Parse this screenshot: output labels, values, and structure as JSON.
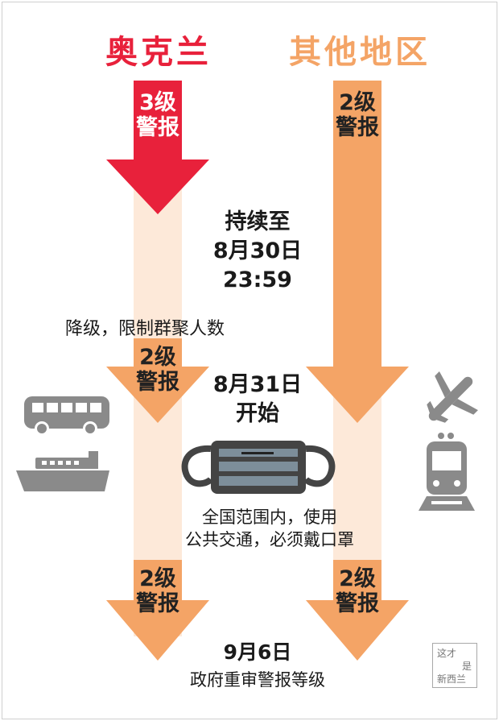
{
  "columns": {
    "left_title": "奥克兰",
    "right_title": "其他地区"
  },
  "alerts": {
    "left_initial": {
      "level": "3级",
      "word": "警报"
    },
    "right_initial": {
      "level": "2级",
      "word": "警报"
    },
    "left_mid": {
      "level": "2级",
      "word": "警报"
    },
    "left_final": {
      "level": "2级",
      "word": "警报"
    },
    "right_final": {
      "level": "2级",
      "word": "警报"
    }
  },
  "timeline": {
    "until_label": "持续至",
    "until_date": "8月30日",
    "until_time": "23:59",
    "downgrade_note": "降级，限制群聚人数",
    "start_date": "8月31日",
    "start_label": "开始",
    "mask_rule_line1": "全国范围内，使用",
    "mask_rule_line2": "公共交通，必须戴口罩",
    "review_date": "9月6日",
    "review_note": "政府重审警报等级"
  },
  "stamp": {
    "line1": "这才",
    "line2": "是",
    "line3": "新西兰"
  },
  "colors": {
    "red": "#e8213b",
    "orange": "#f4a466",
    "orange_light": "#fde9d9",
    "gray": "#8a8a8a",
    "dark": "#333333"
  }
}
